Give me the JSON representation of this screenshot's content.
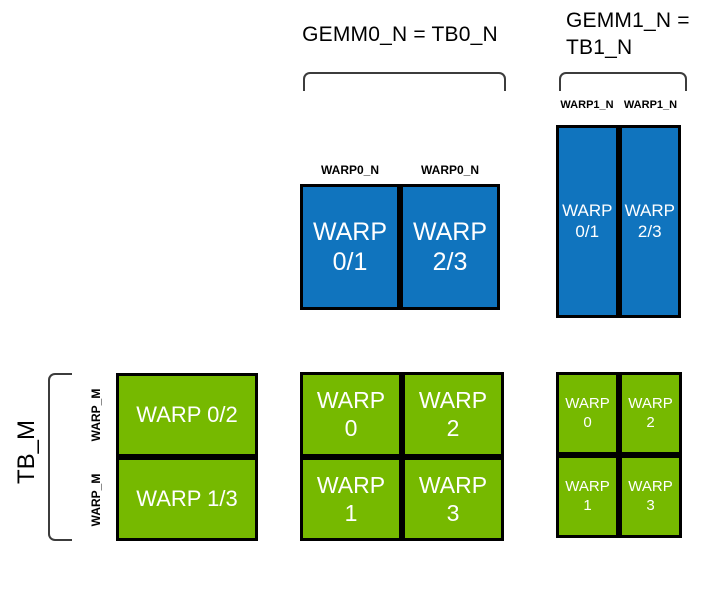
{
  "colors": {
    "blue": "#1074be",
    "green": "#76b900",
    "border": "#000000",
    "bracket": "#3c3c3c"
  },
  "labels": {
    "gemm0_n": "GEMM0_N = TB0_N",
    "gemm1_n_line1": "GEMM1_N =",
    "gemm1_n_line2": "TB1_N",
    "tb_m": "TB_M",
    "warp_m": [
      "WARP_M",
      "WARP_M"
    ],
    "warp0_n": [
      "WARP0_N",
      "WARP0_N"
    ],
    "warp1_n": [
      "WARP1_N",
      "WARP1_N"
    ]
  },
  "blue_wide": {
    "cells": [
      {
        "line1": "WARP",
        "line2": "0/1"
      },
      {
        "line1": "WARP",
        "line2": "2/3"
      }
    ]
  },
  "blue_tall": {
    "cells": [
      {
        "line1": "WARP",
        "line2": "0/1"
      },
      {
        "line1": "WARP",
        "line2": "2/3"
      }
    ]
  },
  "green_left": {
    "rows": [
      "WARP 0/2",
      "WARP 1/3"
    ]
  },
  "green_mid": {
    "cells": [
      {
        "line1": "WARP",
        "line2": "0"
      },
      {
        "line1": "WARP",
        "line2": "2"
      },
      {
        "line1": "WARP",
        "line2": "1"
      },
      {
        "line1": "WARP",
        "line2": "3"
      }
    ]
  },
  "green_right": {
    "cells": [
      {
        "line1": "WARP",
        "line2": "0"
      },
      {
        "line1": "WARP",
        "line2": "2"
      },
      {
        "line1": "WARP",
        "line2": "1"
      },
      {
        "line1": "WARP",
        "line2": "3"
      }
    ]
  }
}
